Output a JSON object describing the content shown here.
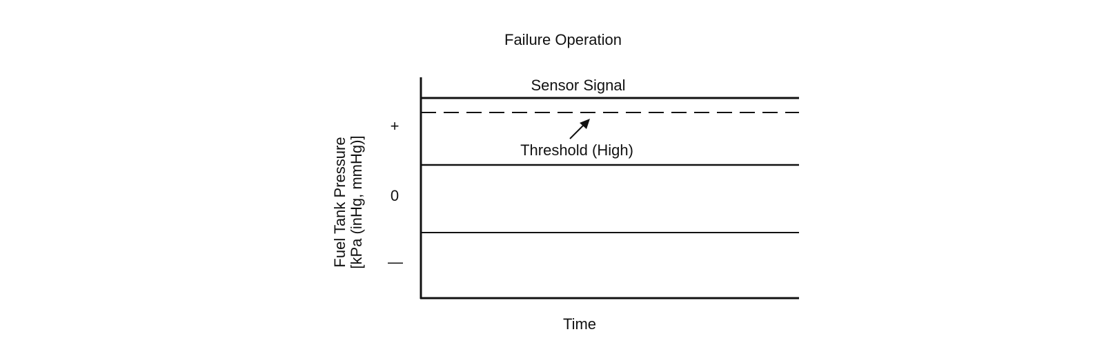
{
  "title": "Failure Operation",
  "y_axis": {
    "label_line1": "Fuel Tank Pressure",
    "label_line2": "[kPa (inHg, mmHg)]",
    "tick_plus": "+",
    "tick_zero": "0",
    "tick_minus": "—"
  },
  "x_axis": {
    "label": "Time"
  },
  "annotations": {
    "sensor_signal": "Sensor Signal",
    "threshold_high": "Threshold (High)"
  },
  "colors": {
    "ink": "#111111",
    "background": "#ffffff"
  }
}
